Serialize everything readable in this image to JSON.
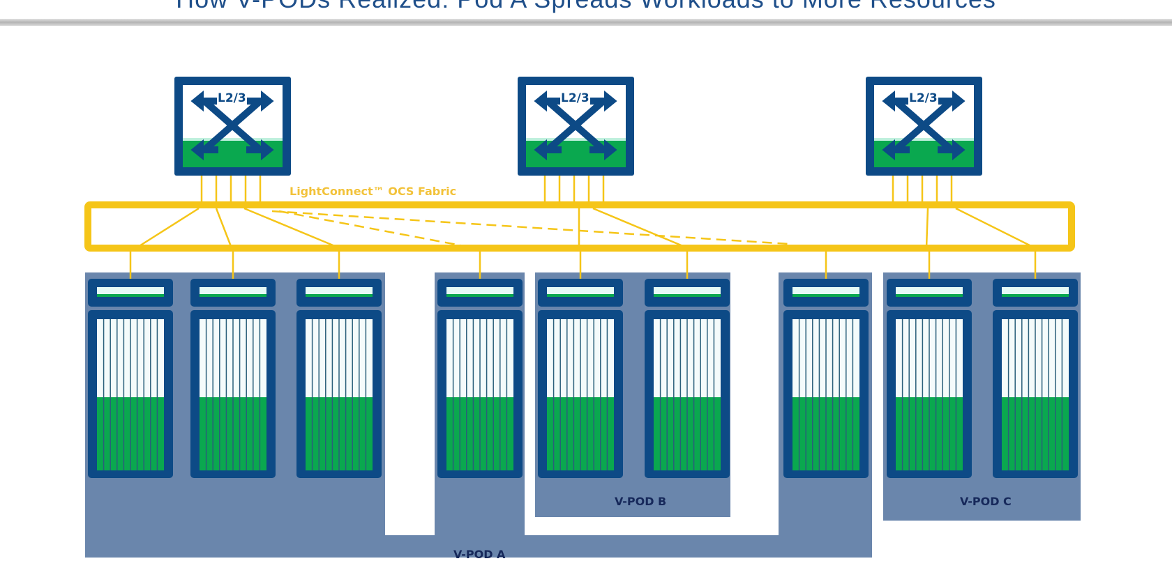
{
  "title": "How V-PODs Realized: Pod A Spreads Workloads to More Resources",
  "fabric": {
    "label": "LightConnect™ OCS Fabric"
  },
  "switches": [
    {
      "label": "L2/3"
    },
    {
      "label": "L2/3"
    },
    {
      "label": "L2/3"
    }
  ],
  "pods": {
    "a": "V-POD A",
    "b": "V-POD B",
    "c": "V-POD C"
  },
  "rack_count": 9,
  "colors": {
    "navy": "#0d4a86",
    "green": "#0aa84f",
    "pod_gray": "#6a86ac",
    "fabric_yellow": "#f5c518"
  }
}
